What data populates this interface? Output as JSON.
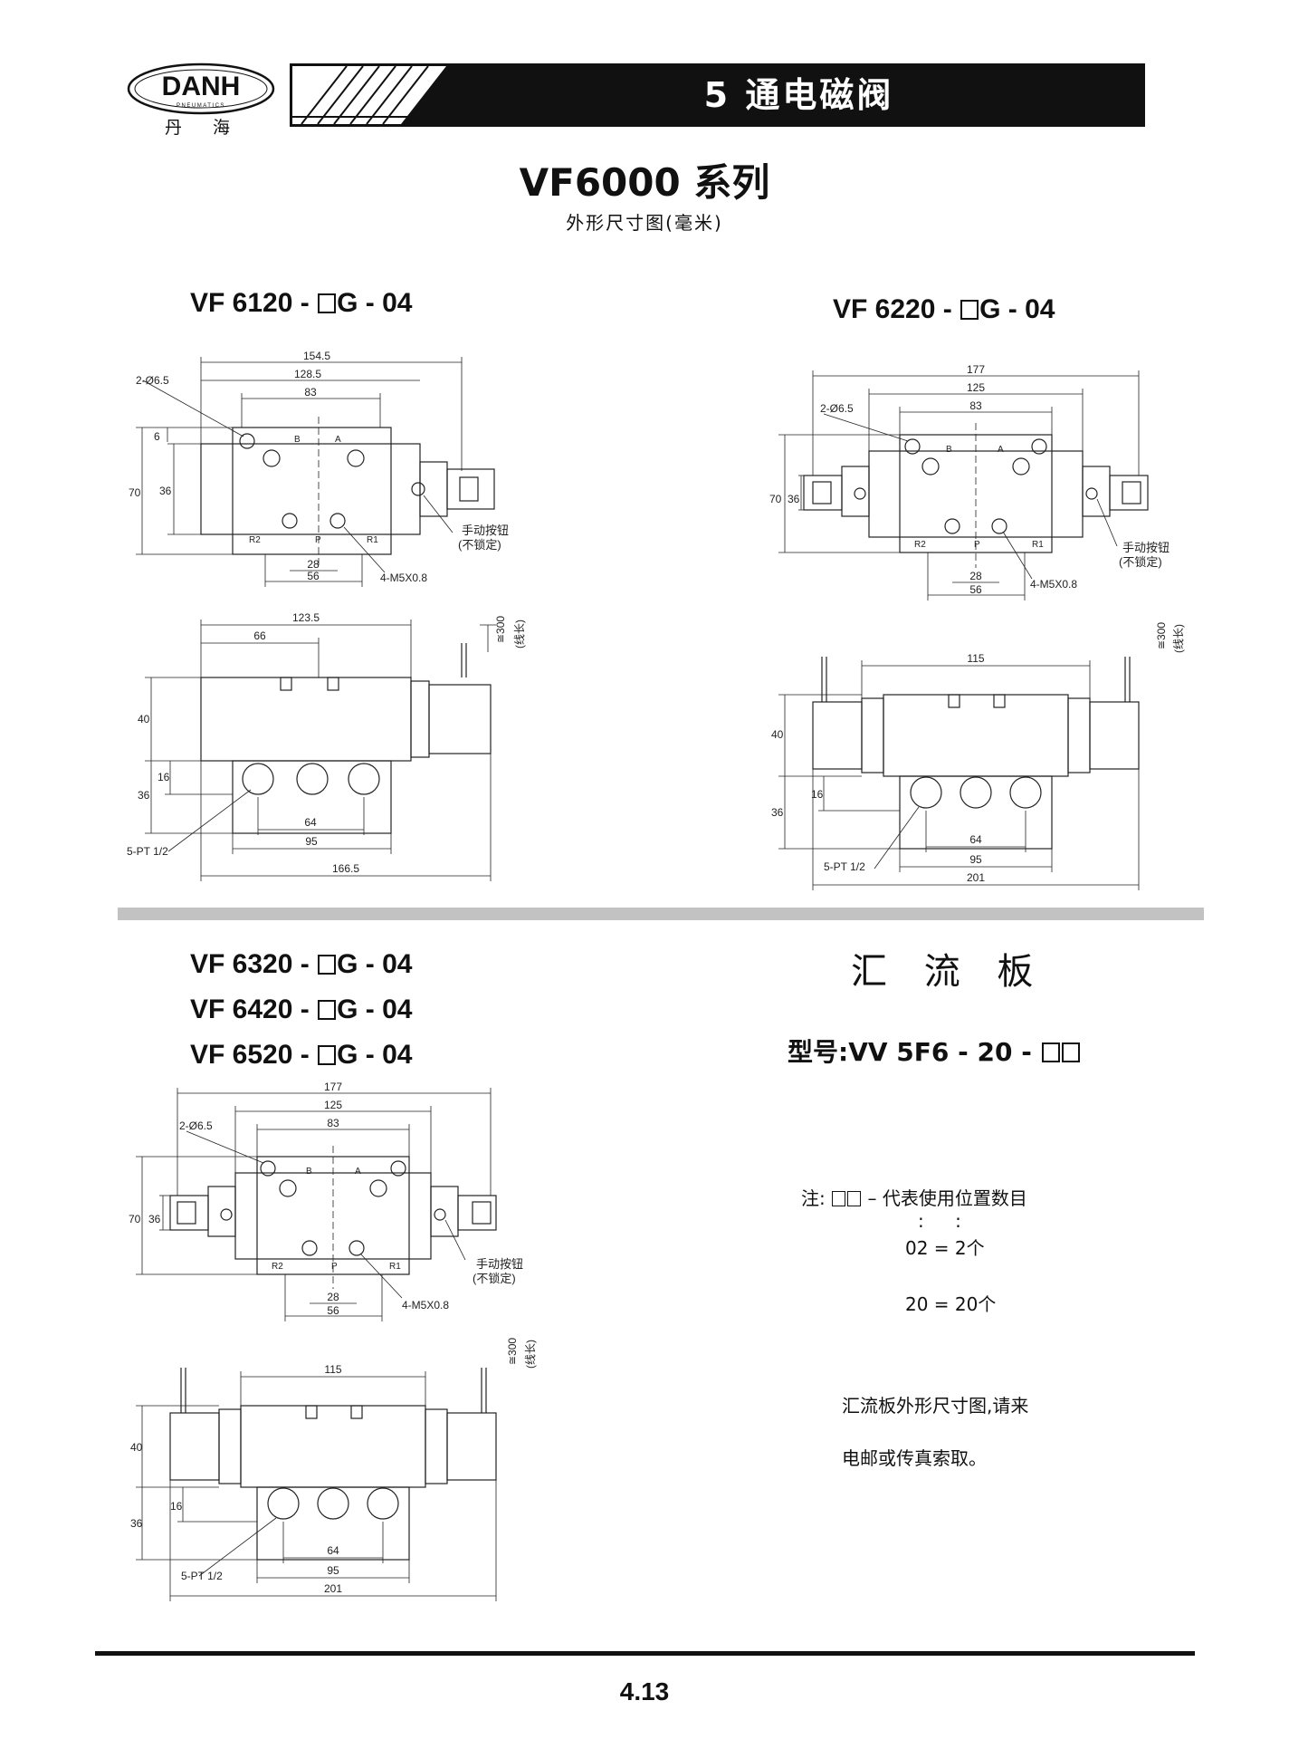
{
  "header": {
    "logo_text": "DANH",
    "logo_sub": "PNEUMATICS",
    "logo_cn": "丹 海",
    "banner_title": "5 通电磁阀"
  },
  "title": "VF6000 系列",
  "subtitle": "外形尺寸图(毫米)",
  "models": {
    "m6120": {
      "prefix": "VF 6120 - ",
      "suffix": "G - 04"
    },
    "m6220": {
      "prefix": "VF 6220 - ",
      "suffix": "G - 04"
    },
    "m6320": {
      "prefix": "VF 6320 - ",
      "suffix": "G - 04"
    },
    "m6420": {
      "prefix": "VF 6420 - ",
      "suffix": "G - 04"
    },
    "m6520": {
      "prefix": "VF 6520 - ",
      "suffix": "G - 04"
    }
  },
  "labels": {
    "hole": "2-Ø6.5",
    "port_b": "B",
    "port_a": "A",
    "port_r2": "R2",
    "port_p": "P",
    "port_r1": "R1",
    "screw": "4-M5X0.8",
    "manual_btn": "手动按钮",
    "manual_btn_note": "(不锁定)",
    "wire_len": "≅300",
    "wire_unit": "(线长)",
    "pt": "5-PT 1/2"
  },
  "dims": {
    "d1": {
      "overall": "154.5",
      "mid": "128.5",
      "center": "83",
      "h": "70",
      "hi": "36",
      "top": "6",
      "p28": "28",
      "p56": "56",
      "f_len": "123.5",
      "f_half": "66",
      "f_h1": "40",
      "f_h2": "36",
      "f_h3": "16",
      "f_64": "64",
      "f_95": "95",
      "f_total": "166.5"
    },
    "d2": {
      "overall": "177",
      "mid": "125",
      "center": "83",
      "h": "70",
      "hi": "36",
      "p28": "28",
      "p56": "56",
      "f_len": "115",
      "f_h1": "40",
      "f_h2": "36",
      "f_h3": "16",
      "f_64": "64",
      "f_95": "95",
      "f_total": "201"
    }
  },
  "manifold": {
    "title": "汇 流 板",
    "model_label": "型号:",
    "model_code": "VV 5F6 - 20 - ",
    "note_label": "注:",
    "note_text": "– 代表使用位置数目",
    "colons": ": :",
    "ex1": "02 = 2个",
    "ex2": "20 = 20个",
    "contact1": "汇流板外形尺寸图,请来",
    "contact2": "电邮或传真索取。"
  },
  "page_number": "4.13"
}
